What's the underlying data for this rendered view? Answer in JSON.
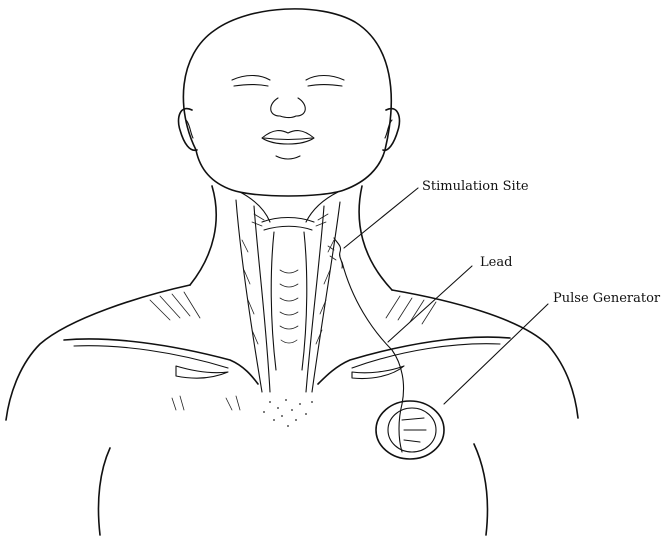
{
  "labels": {
    "stimulation_site": "Stimulation Site",
    "lead": "Lead",
    "pulse_generator": "Pulse Generator"
  },
  "icons": {
    "pulse_generator_device": "pulse-generator-icon"
  }
}
